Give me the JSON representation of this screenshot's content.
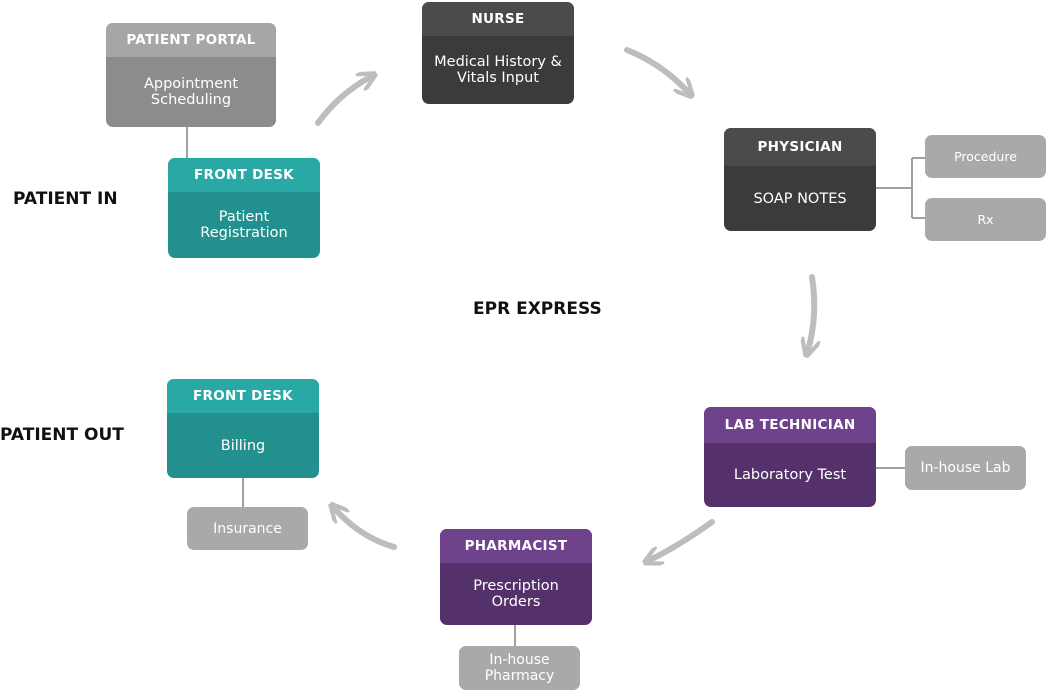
{
  "labels": {
    "patient_in": "PATIENT IN",
    "patient_out": "PATIENT OUT",
    "center": "EPR EXPRESS"
  },
  "cards": {
    "patient_portal": {
      "role": "PATIENT PORTAL",
      "task": "Appointment\nScheduling"
    },
    "front_desk_in": {
      "role": "FRONT DESK",
      "task": "Patient\nRegistration"
    },
    "nurse": {
      "role": "NURSE",
      "task": "Medical History &\nVitals Input"
    },
    "physician": {
      "role": "PHYSICIAN",
      "task": "SOAP NOTES"
    },
    "lab_technician": {
      "role": "LAB TECHNICIAN",
      "task": "Laboratory Test"
    },
    "pharmacist": {
      "role": "PHARMACIST",
      "task": "Prescription\nOrders"
    },
    "front_desk_out": {
      "role": "FRONT DESK",
      "task": "Billing"
    }
  },
  "chips": {
    "procedure": "Procedure",
    "rx": "Rx",
    "in_house_lab": "In-house Lab",
    "in_house_pharmacy": "In-house\nPharmacy",
    "insurance": "Insurance"
  },
  "colors": {
    "gray": "#8c8c8c",
    "dark": "#3b3b3b",
    "teal": "#22908e",
    "purple": "#55316b",
    "chip": "#a9a9a9",
    "arrow": "#bdbdbd",
    "connector": "#a0a0a0"
  }
}
